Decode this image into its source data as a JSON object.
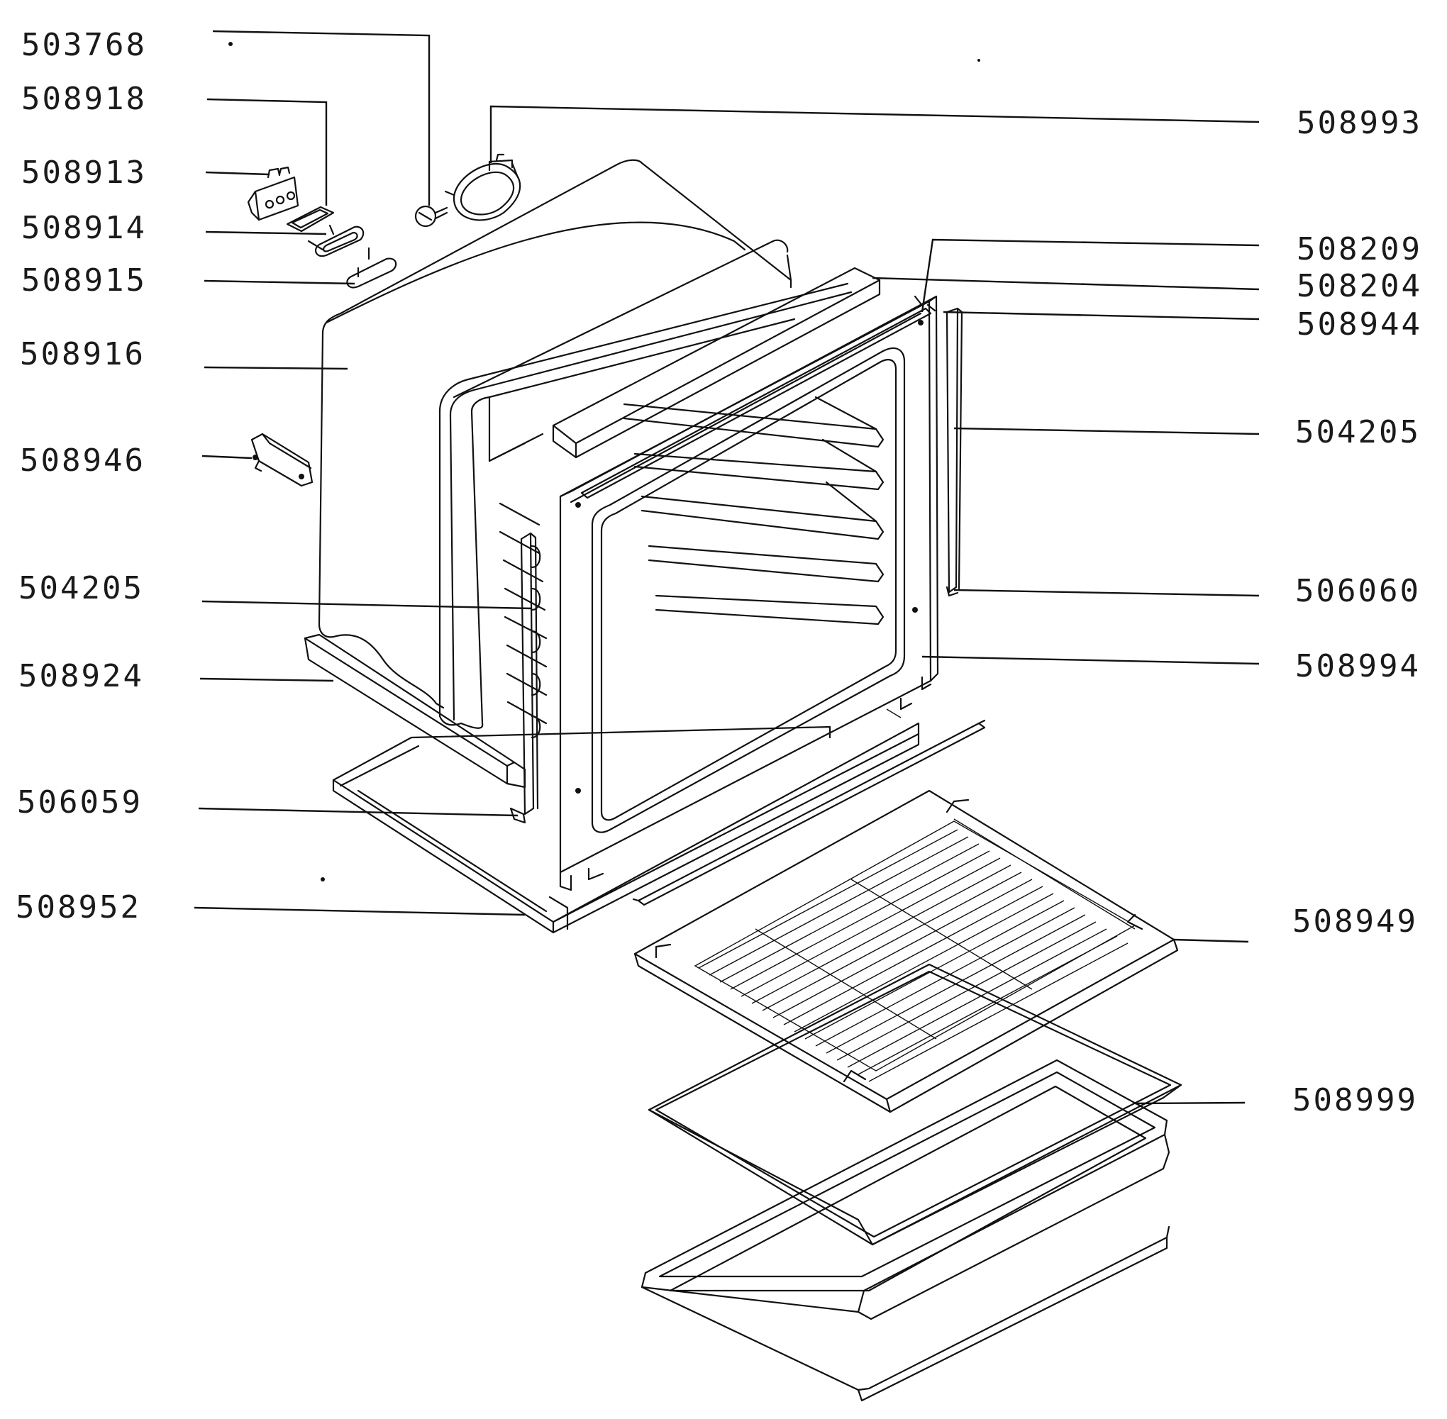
{
  "labels": [
    {
      "id": "l1",
      "text": "503768"
    },
    {
      "id": "l2",
      "text": "508918"
    },
    {
      "id": "l3",
      "text": "508913"
    },
    {
      "id": "l4",
      "text": "508914"
    },
    {
      "id": "l5",
      "text": "508915"
    },
    {
      "id": "l6",
      "text": "508916"
    },
    {
      "id": "l7",
      "text": "508946"
    },
    {
      "id": "l8",
      "text": "504205"
    },
    {
      "id": "l9",
      "text": "508924"
    },
    {
      "id": "l10",
      "text": "506059"
    },
    {
      "id": "l11",
      "text": "508952"
    },
    {
      "id": "r1",
      "text": "508993"
    },
    {
      "id": "r2",
      "text": "508209"
    },
    {
      "id": "r3",
      "text": "508204"
    },
    {
      "id": "r4",
      "text": "508944"
    },
    {
      "id": "r5",
      "text": "504205"
    },
    {
      "id": "r6",
      "text": "506060"
    },
    {
      "id": "r7",
      "text": "508994"
    },
    {
      "id": "r8",
      "text": "508949"
    },
    {
      "id": "r9",
      "text": "508999"
    }
  ]
}
